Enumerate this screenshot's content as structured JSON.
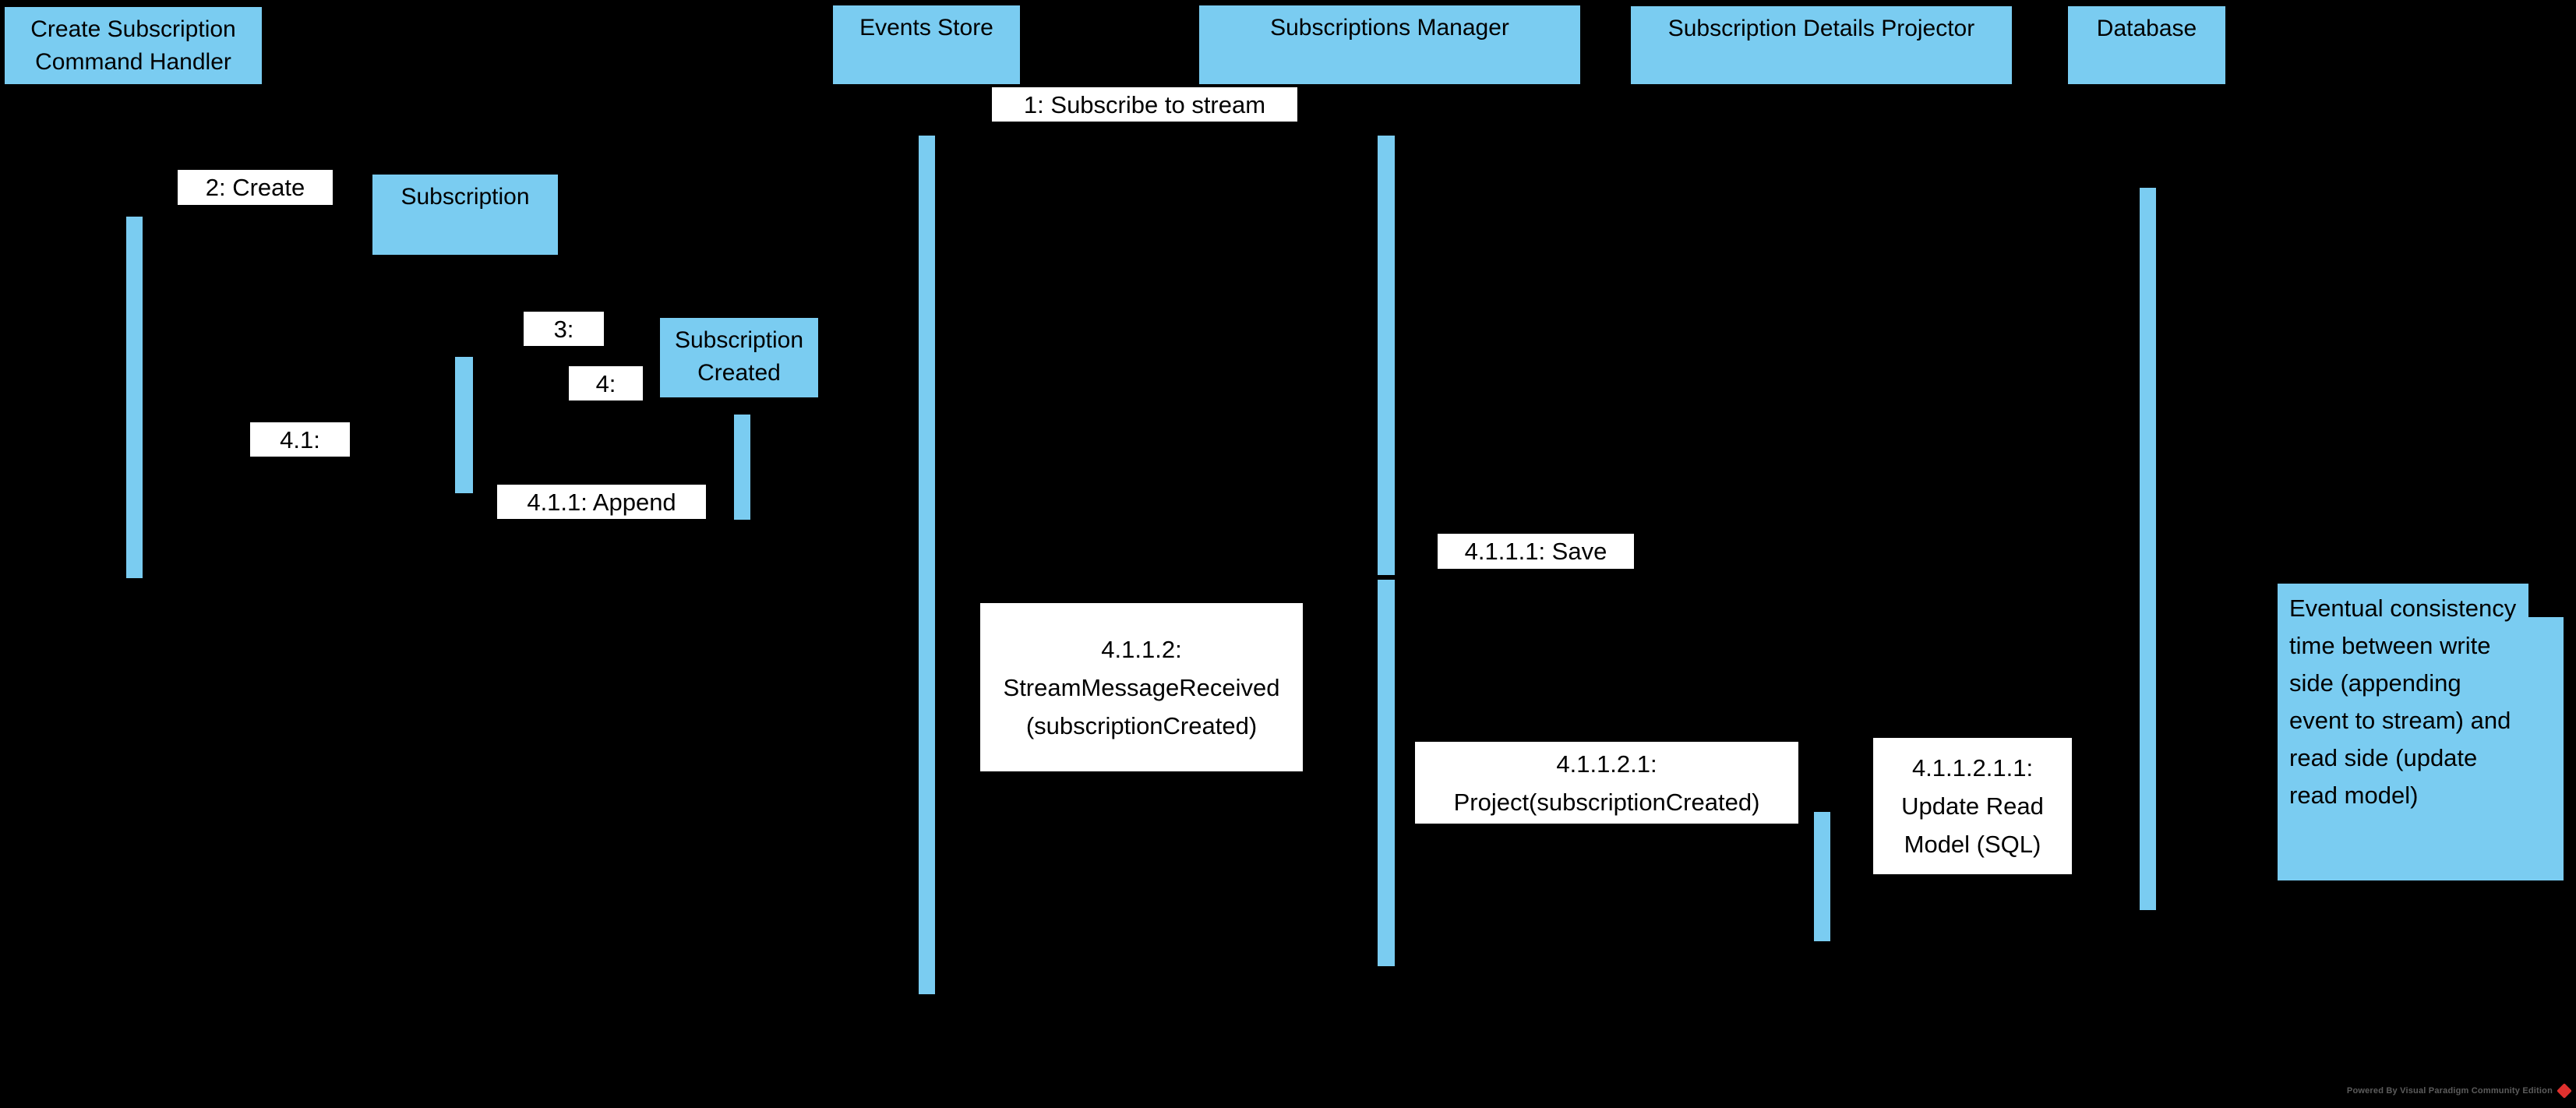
{
  "colors": {
    "background": "#000000",
    "shape_fill": "#7accf1",
    "label_background": "#ffffff",
    "text": "#000000",
    "watermark_text": "#5c5c5c",
    "logo_red": "#e0312e"
  },
  "participants": [
    {
      "label": "Create Subscription Command Handler"
    },
    {
      "label": "Events Store"
    },
    {
      "label": "Subscriptions Manager"
    },
    {
      "label": "Subscription Details Projector"
    },
    {
      "label": "Database"
    }
  ],
  "objects": [
    {
      "label": "Subscription"
    },
    {
      "label": "Subscription Created"
    }
  ],
  "messages": [
    {
      "label": "1: Subscribe to stream"
    },
    {
      "label": "2: Create"
    },
    {
      "label": "3:"
    },
    {
      "label": "4:"
    },
    {
      "label": "4.1:"
    },
    {
      "label": "4.1.1: Append"
    },
    {
      "label": "4.1.1.1: Save"
    },
    {
      "label": "4.1.1.2: StreamMessageReceived (subscriptionCreated)"
    },
    {
      "label": "4.1.1.2.1: Project(subscriptionCreated)"
    },
    {
      "label": "4.1.1.2.1.1: Update Read Model (SQL)"
    }
  ],
  "note": {
    "text": "Eventual consistency time between write side (appending event to stream) and read side (update read model)"
  },
  "watermark": {
    "label": "Powered By Visual Paradigm Community Edition"
  }
}
